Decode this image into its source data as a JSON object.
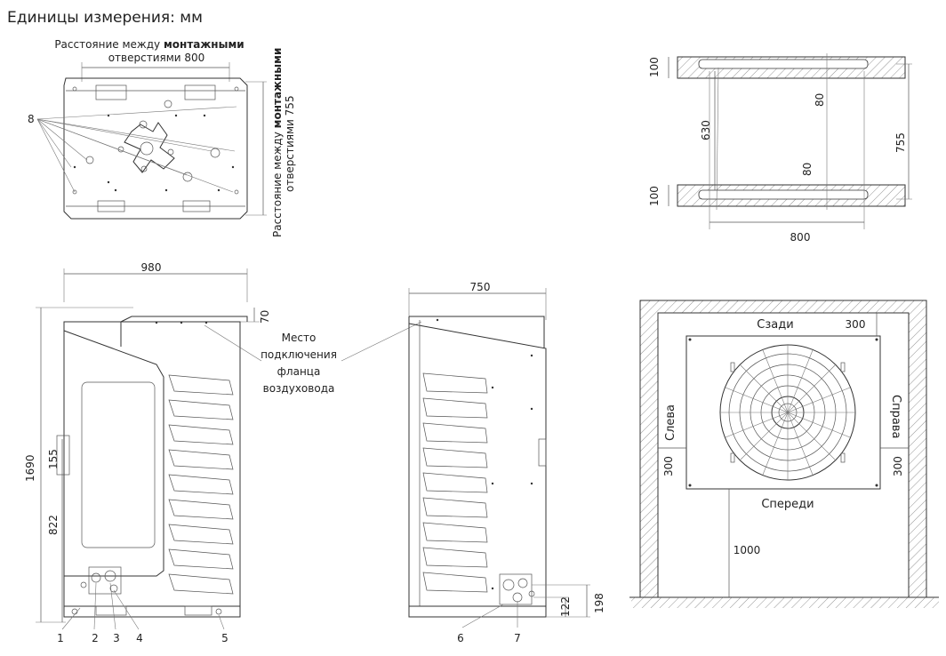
{
  "title": "Единицы измерения: мм",
  "top_view": {
    "hole_label_line1": "Расстояние между",
    "hole_label_bold": "монтажными",
    "hole_label_line2": "отверстиями 800",
    "vert_label_line1": "Расстояние между",
    "vert_label_bold": "монтажными",
    "vert_label_line2": "отверстиями 755",
    "callout_8": "8"
  },
  "mount_plan": {
    "dim_100_top": "100",
    "dim_100_bottom": "100",
    "dim_80_top": "80",
    "dim_80_bottom": "80",
    "dim_630": "630",
    "dim_755": "755",
    "dim_800": "800"
  },
  "front_view": {
    "width": "980",
    "height": "1690",
    "dim_70": "70",
    "dim_155": "155",
    "dim_822": "822",
    "flange_label": [
      "Место",
      "подключения",
      "фланца",
      "воздуховода"
    ],
    "callouts": [
      "1",
      "2",
      "3",
      "4",
      "5"
    ]
  },
  "side_view": {
    "depth": "750",
    "dim_198": "198",
    "dim_122": "122",
    "callouts": [
      "6",
      "7"
    ]
  },
  "clearance": {
    "rear": "Сзади",
    "front": "Спереди",
    "left": "Слева",
    "right": "Справа",
    "rear_300": "300",
    "left_300": "300",
    "right_300": "300",
    "front_1000": "1000"
  }
}
